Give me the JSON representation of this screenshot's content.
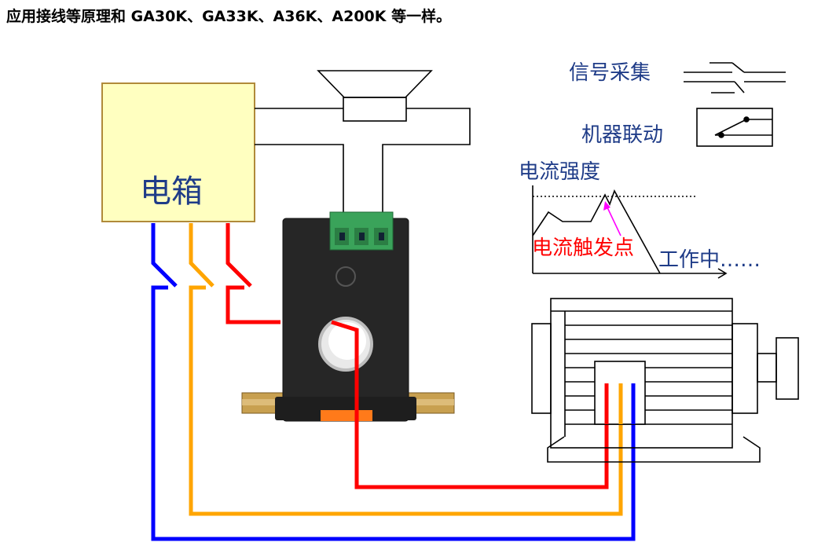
{
  "title": "应用接线等原理和 GA30K、GA33K、A36K、A200K 等一样。",
  "elements": {
    "box": "电箱",
    "signal": "信号采集",
    "linkage": "机器联动",
    "current_strength": "电流强度",
    "trigger_point": "电流触发点",
    "working": "工作中……"
  },
  "colors": {
    "box_fill": "#ffffc0",
    "box_stroke": "#b08a3a",
    "wire_blue": "#0000ff",
    "wire_orange": "#ffa500",
    "wire_red": "#ff0000",
    "label_blue": "#1f3c88",
    "label_red": "#ff0000",
    "arrow_magenta": "#ff00ff",
    "sensor_body": "#262626",
    "terminal_green": "#3aa35a"
  }
}
